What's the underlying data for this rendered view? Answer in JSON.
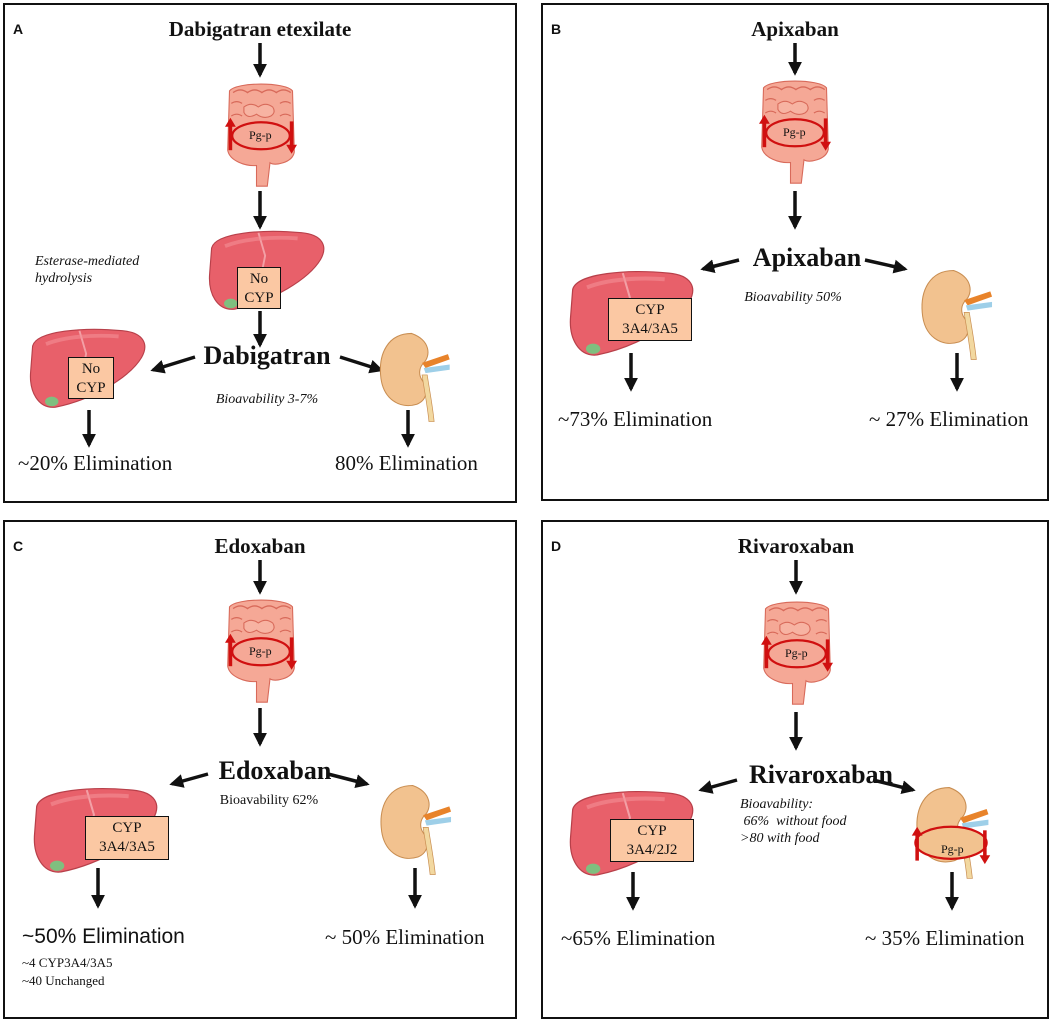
{
  "panels": {
    "a": {
      "label": "A",
      "title": "Dabigatran etexilate",
      "transporter": "Pg-p",
      "hydrolysis_note": "Esterase-mediated\nhydrolysis",
      "liver_box_top": "No\nCYP",
      "drug": "Dabigatran",
      "bioavailability": "Bioavability 3-7%",
      "liver_box_left": "No\nCYP",
      "elim_left": "~20% Elimination",
      "elim_right": "80% Elimination"
    },
    "b": {
      "label": "B",
      "title": "Apixaban",
      "transporter": "Pg-p",
      "drug": "Apixaban",
      "bioavailability": "Bioavability 50%",
      "liver_box": "CYP\n3A4/3A5",
      "elim_left": "~73% Elimination",
      "elim_right": "~ 27% Elimination"
    },
    "c": {
      "label": "C",
      "title": "Edoxaban",
      "transporter": "Pg-p",
      "drug": "Edoxaban",
      "bioavailability": "Bioavability 62%",
      "liver_box": "CYP\n3A4/3A5",
      "elim_left": "~50% Elimination",
      "elim_left_detail_1": "~4 CYP3A4/3A5",
      "elim_left_detail_2": "~40 Unchanged",
      "elim_right": "~ 50% Elimination"
    },
    "d": {
      "label": "D",
      "title": "Rivaroxaban",
      "transporter": "Pg-p",
      "kidney_transporter": "Pg-p",
      "drug": "Rivaroxaban",
      "bioavailability": "Bioavability:\n 66%  without food\n>80 with food",
      "liver_box": "CYP\n3A4/2J2",
      "elim_left": "~65% Elimination",
      "elim_right": "~ 35% Elimination"
    }
  },
  "colors": {
    "intestine": "#f5a896",
    "liver": "#e8606a",
    "kidney": "#f2c28f",
    "transporter_red": "#d01010",
    "cyp_box": "#fbc8a3"
  }
}
